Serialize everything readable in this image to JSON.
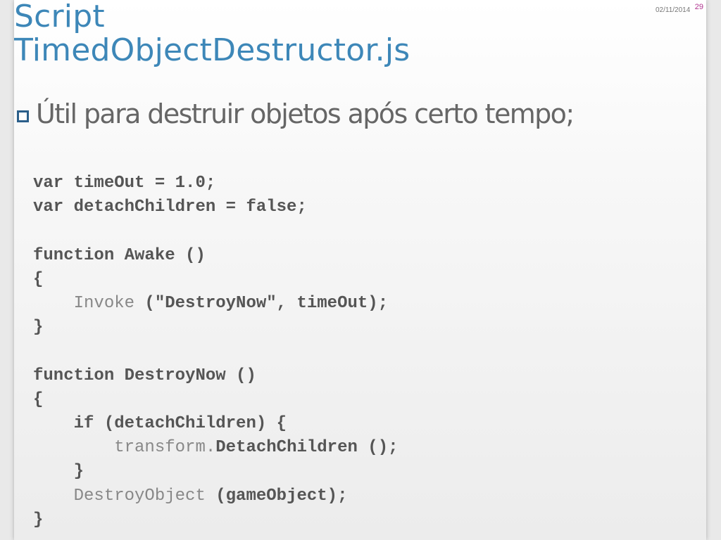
{
  "slide": {
    "date": "02/11/2014",
    "number": "29",
    "title_line1": "Script",
    "title_line2": "TimedObjectDestructor.js",
    "bullet": "Útil para destruir objetos após certo tempo;"
  },
  "code": {
    "line1": "var timeOut = 1.0;",
    "line2": "var detachChildren = false;",
    "line3": "function Awake ()",
    "line4": "{",
    "line5_indent": "    ",
    "line5_call": "Invoke",
    "line5_args": " (\"DestroyNow\", timeOut);",
    "line6": "}",
    "line7": "function DestroyNow ()",
    "line8": "{",
    "line9": "    if (detachChildren) {",
    "line10_indent": "        ",
    "line10_obj": "transform.",
    "line10_call": "DetachChildren ();",
    "line11": "    }",
    "line12_indent": "    ",
    "line12_call": "DestroyObject",
    "line12_args": " (gameObject);",
    "line13": "}"
  },
  "colors": {
    "title": "#3d87b8",
    "bullet_icon": "#2b5f8a",
    "slide_number": "#b0338f",
    "body_text": "#666666"
  }
}
